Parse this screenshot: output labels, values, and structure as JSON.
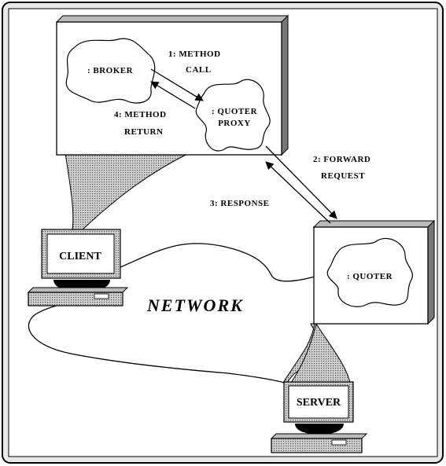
{
  "labels": {
    "broker": ": BROKER",
    "quoter_proxy_line1": ": QUOTER",
    "quoter_proxy_line2": "PROXY",
    "quoter": ": QUOTER",
    "client": "CLIENT",
    "server": "SERVER",
    "network": "NETWORK"
  },
  "steps": {
    "s1_line1": "1: METHOD",
    "s1_line2": "CALL",
    "s2_line1": "2: FORWARD",
    "s2_line2": "REQUEST",
    "s3": "3: RESPONSE",
    "s4_line1": "4: METHOD",
    "s4_line2": "RETURN"
  },
  "colors": {
    "panel_fill": "#ffffff",
    "panel_side": "#777777",
    "panel_top": "#bbbbbb",
    "stipple": "#999999",
    "frame_bg": "#e8e8e8"
  }
}
